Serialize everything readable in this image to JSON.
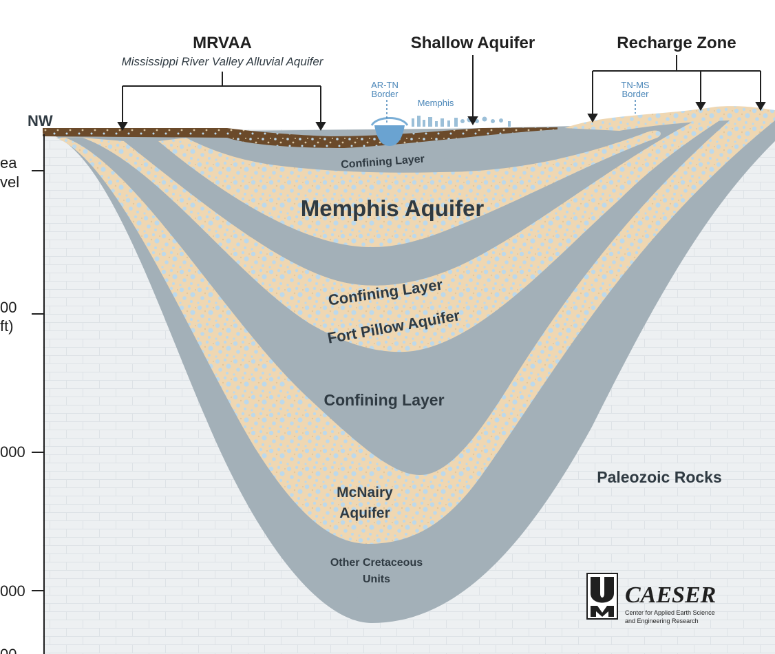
{
  "header": {
    "mrvaa_title": "MRVAA",
    "mrvaa_subtitle": "Mississippi River Valley Alluvial Aquifer",
    "shallow_title": "Shallow Aquifer",
    "recharge_title": "Recharge Zone"
  },
  "map_labels": {
    "ar_tn_line1": "AR-TN",
    "ar_tn_line2": "Border",
    "memphis": "Memphis",
    "tn_ms_line1": "TN-MS",
    "tn_ms_line2": "Border",
    "nw": "NW"
  },
  "axis": {
    "sea_line1": "ea",
    "sea_line2": "vel",
    "tick_1": "00",
    "tick_1_unit": "ft)",
    "tick_2": "000",
    "tick_3": "000",
    "tick_4": "00"
  },
  "layers": {
    "confining_top": "Confining Layer",
    "memphis_aquifer": "Memphis Aquifer",
    "confining_mid": "Confining Layer",
    "fort_pillow": "Fort Pillow Aquifer",
    "confining_lower": "Confining Layer",
    "mcnairy_line1": "McNairy",
    "mcnairy_line2": "Aquifer",
    "other_line1": "Other Cretaceous",
    "other_line2": "Units",
    "paleozoic": "Paleozoic Rocks"
  },
  "logo": {
    "name": "CAESER",
    "sub_line1": "Center for Applied Earth Science",
    "sub_line2": "and Engineering Research"
  },
  "colors": {
    "confining": "#a3b0b8",
    "aquifer_sand": "#efd7b2",
    "aquifer_water": "#bcd9ec",
    "alluvial": "#6b4a2a",
    "bedrock": "#edf0f2",
    "label": "#2f3a42",
    "accent_blue": "#4a86b8"
  }
}
